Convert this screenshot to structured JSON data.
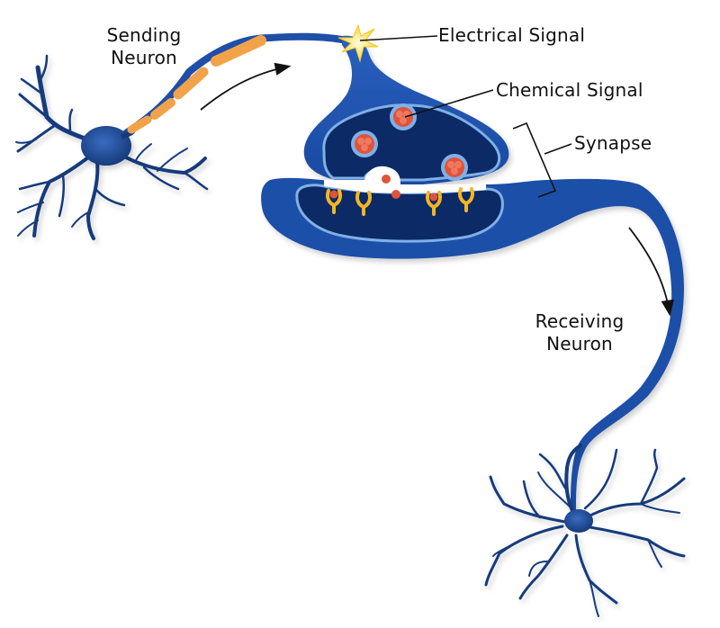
{
  "title": "Neuron signal transmission across a synapse",
  "labels": {
    "sending_neuron": [
      "Sending",
      "Neuron"
    ],
    "electrical_signal": "Electrical Signal",
    "chemical_signal": "Chemical Signal",
    "synapse": "Synapse",
    "receiving_neuron": [
      "Receiving",
      "Neuron"
    ]
  },
  "colors": {
    "neuron_blue": "#1f4fa8",
    "dendrite_navy": "#163b7c",
    "terminal_dark": "#0c2a66",
    "membrane_light": "#7fb0e6",
    "myelin_orange": "#f2a34a",
    "vesicle_red": "#e0533b",
    "receptor_yellow": "#f2b623",
    "spark_yellow": "#fde96a",
    "arrow_black": "#111111"
  },
  "components": [
    "sending-neuron-cell-body",
    "myelinated-axon",
    "electrical-signal-spark",
    "axon-terminal",
    "vesicles",
    "neurotransmitters",
    "receptors",
    "receiving-dendrite",
    "receiving-neuron-cell-body"
  ]
}
